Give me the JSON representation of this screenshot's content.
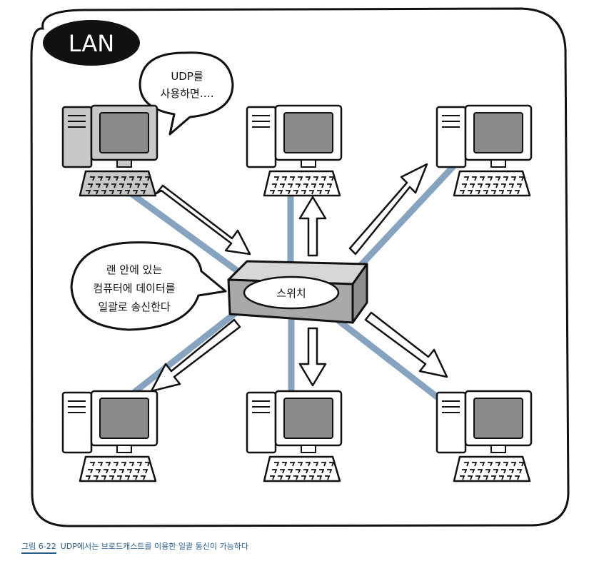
{
  "lan_label": "LAN",
  "speech_top": {
    "line1": "UDP를",
    "line2": "사용하면…."
  },
  "speech_left": {
    "line1": "랜 안에 있는",
    "line2": "컴퓨터에 데이터를",
    "line3": "일괄로 송신한다"
  },
  "switch_label": "스위치",
  "caption": {
    "figure_number": "그림 6-22",
    "text": "UDP에서는 브로드캐스트를 이용한 일괄 통신이 가능하다"
  },
  "colors": {
    "cable": "#86a3bf",
    "line": "#111111",
    "screen": "#8a8a8a",
    "sender_body": "#c8c8c8",
    "switch_body": "#a9a9a9",
    "caption": "#2a5d8c"
  },
  "computers": [
    {
      "name": "sender",
      "role": "sender"
    },
    {
      "name": "receiver-top-center",
      "role": "receiver"
    },
    {
      "name": "receiver-top-right",
      "role": "receiver"
    },
    {
      "name": "receiver-bottom-left",
      "role": "receiver"
    },
    {
      "name": "receiver-bottom-center",
      "role": "receiver"
    },
    {
      "name": "receiver-bottom-right",
      "role": "receiver"
    }
  ]
}
